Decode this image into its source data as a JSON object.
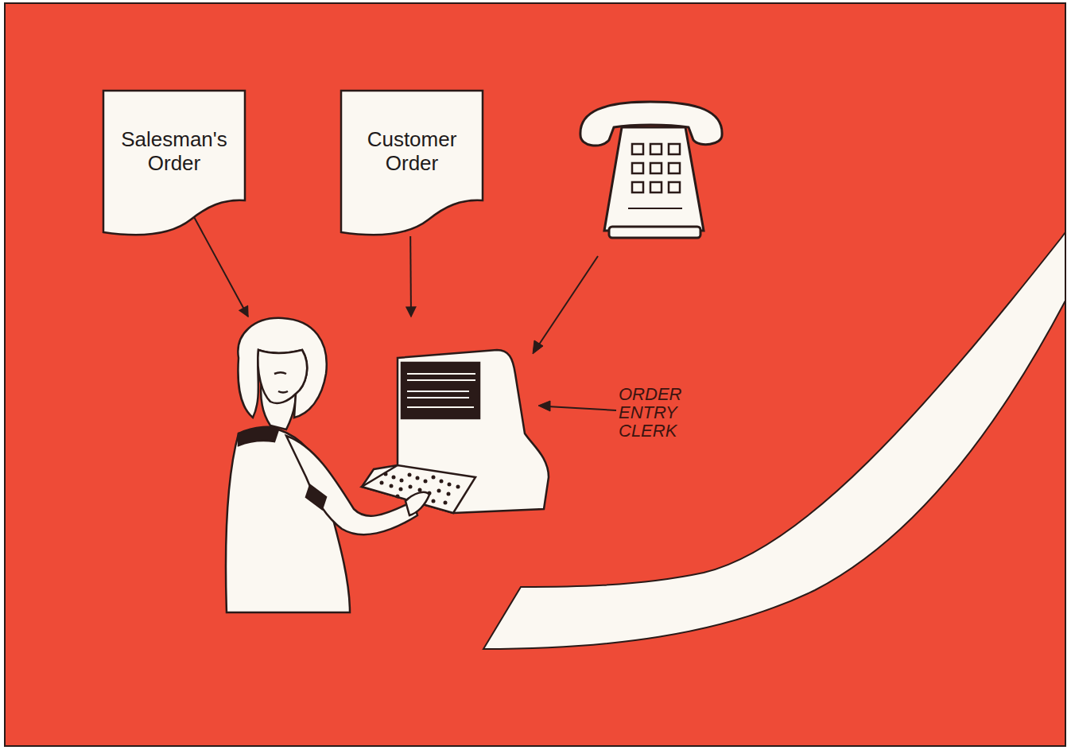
{
  "diagram": {
    "nodes": [
      {
        "text": [
          "Salesman's Order"
        ]
      },
      {
        "text": [
          "Customer Order"
        ]
      },
      {
        "text": [
          "ORDER ENTRY CLERK"
        ]
      }
    ],
    "edges": [
      {
        "from": 0,
        "to": 2,
        "arrow": "to"
      },
      {
        "from": 1,
        "to": 2,
        "arrow": "to"
      }
    ]
  }
}
